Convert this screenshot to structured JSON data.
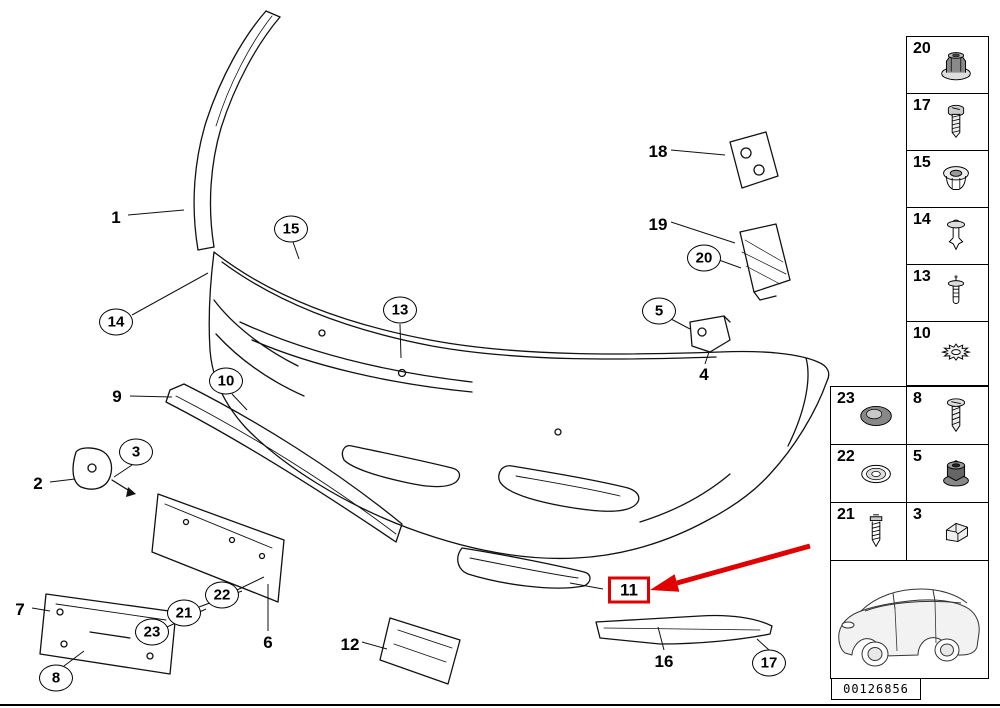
{
  "diagram": {
    "callouts": [
      {
        "label": "1"
      },
      {
        "label": "2"
      },
      {
        "label": "3"
      },
      {
        "label": "4"
      },
      {
        "label": "5"
      },
      {
        "label": "6"
      },
      {
        "label": "7"
      },
      {
        "label": "8"
      },
      {
        "label": "9"
      },
      {
        "label": "10"
      },
      {
        "label": "11"
      },
      {
        "label": "12"
      },
      {
        "label": "13"
      },
      {
        "label": "14"
      },
      {
        "label": "15"
      },
      {
        "label": "16"
      },
      {
        "label": "17"
      },
      {
        "label": "18"
      },
      {
        "label": "19"
      },
      {
        "label": "20"
      },
      {
        "label": "21"
      },
      {
        "label": "22"
      },
      {
        "label": "23"
      }
    ],
    "highlighted_callout": "11",
    "highlight_color": "#e00000"
  },
  "sidebar": {
    "fasteners_column": [
      {
        "label": "20",
        "icon": "flange-nut"
      },
      {
        "label": "17",
        "icon": "machine-screw"
      },
      {
        "label": "15",
        "icon": "expanding-grommet"
      },
      {
        "label": "14",
        "icon": "expansion-rivet"
      },
      {
        "label": "13",
        "icon": "blind-rivet"
      },
      {
        "label": "10",
        "icon": "star-washer"
      }
    ],
    "fasteners_grid": [
      {
        "label": "23",
        "icon": "blanking-plug"
      },
      {
        "label": "8",
        "icon": "tapping-screw"
      },
      {
        "label": "22",
        "icon": "grommet"
      },
      {
        "label": "5",
        "icon": "flange-nut-dark"
      },
      {
        "label": "21",
        "icon": "self-tapping-screw"
      },
      {
        "label": "3",
        "icon": "clip-bracket"
      }
    ],
    "vehicle_thumbnail": "bmw-sedan-sketch",
    "part_number": "00126856"
  }
}
